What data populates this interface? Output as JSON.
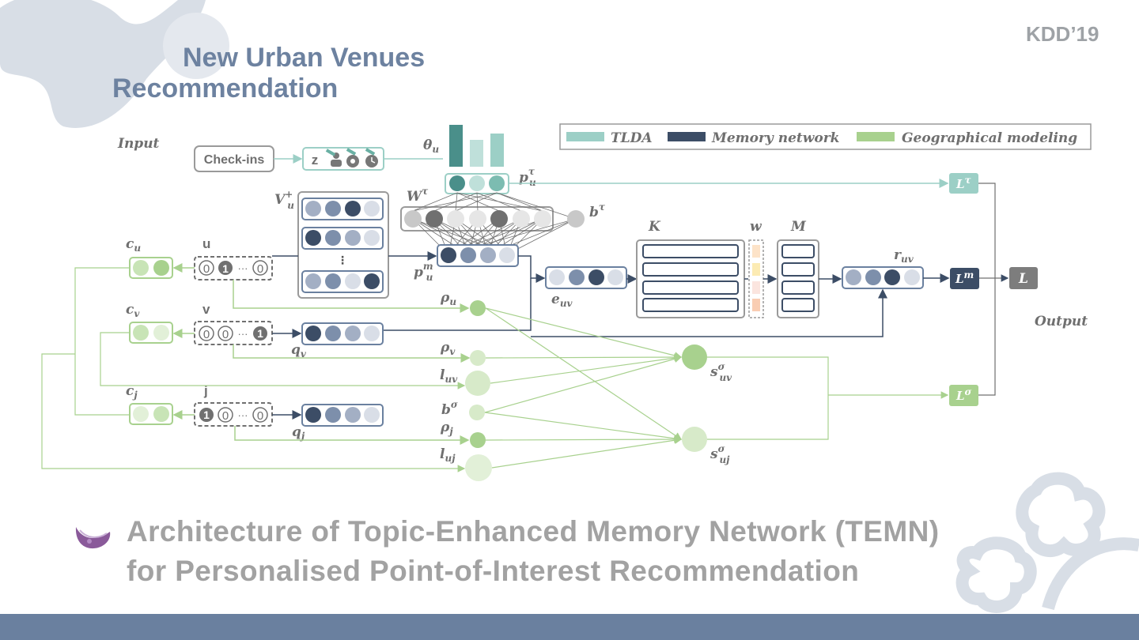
{
  "header": {
    "title_line1": "New Urban Venues",
    "title_line2": "Recommendation",
    "conference": "KDD’19"
  },
  "caption": {
    "line1": "Architecture of Topic-Enhanced Memory Network (TEMN)",
    "line2": "for Personalised Point-of-Interest Recommendation"
  },
  "legend": {
    "items": [
      {
        "label": "TLDA",
        "color": "#9ccfc6"
      },
      {
        "label": "Memory network",
        "color": "#3c4d66"
      },
      {
        "label": "Geographical modeling",
        "color": "#a8d18e"
      }
    ]
  },
  "diagram": {
    "input_label": "Input",
    "output_label": "Output",
    "checkins_label": "Check-ins",
    "z_label": "z",
    "theta_label": "θ",
    "theta_sub": "u",
    "p_tau": {
      "base": "p",
      "sub": "u",
      "sup": "τ"
    },
    "p_m": {
      "base": "p",
      "sub": "u",
      "sup": "m"
    },
    "W_tau": {
      "base": "W",
      "sup": "τ"
    },
    "b_tau": {
      "base": "b",
      "sup": "τ"
    },
    "V_plus": {
      "base": "V",
      "sub": "u",
      "sup": "+"
    },
    "dots_vertical": "⋮",
    "e_uv": {
      "base": "e",
      "sub": "uv"
    },
    "K_label": "K",
    "w_label": "w",
    "M_label": "M",
    "r_uv": {
      "base": "r",
      "sub": "uv"
    },
    "loss_tau": {
      "base": "L",
      "sup": "τ"
    },
    "loss_m": {
      "base": "L",
      "sup": "m"
    },
    "loss_sigma": {
      "base": "L",
      "sup": "σ"
    },
    "loss_total": "L",
    "c_u": {
      "base": "c",
      "sub": "u"
    },
    "c_v": {
      "base": "c",
      "sub": "v"
    },
    "c_j": {
      "base": "c",
      "sub": "j"
    },
    "u_label": "u",
    "v_label": "v",
    "j_label": "j",
    "one_hot": {
      "zero": "0",
      "one": "1",
      "ellipsis": "···"
    },
    "q_v": {
      "base": "q",
      "sub": "v"
    },
    "q_j": {
      "base": "q",
      "sub": "j"
    },
    "rho_u": {
      "base": "ρ",
      "sub": "u"
    },
    "rho_v": {
      "base": "ρ",
      "sub": "v"
    },
    "rho_j": {
      "base": "ρ",
      "sub": "j"
    },
    "l_uv": {
      "base": "l",
      "sub": "uv"
    },
    "l_uj": {
      "base": "l",
      "sub": "uj"
    },
    "b_sigma": {
      "base": "b",
      "sup": "σ"
    },
    "s_uv": {
      "base": "s",
      "sub": "uv",
      "sup": "σ"
    },
    "s_uj": {
      "base": "s",
      "sub": "uj",
      "sup": "σ"
    }
  }
}
